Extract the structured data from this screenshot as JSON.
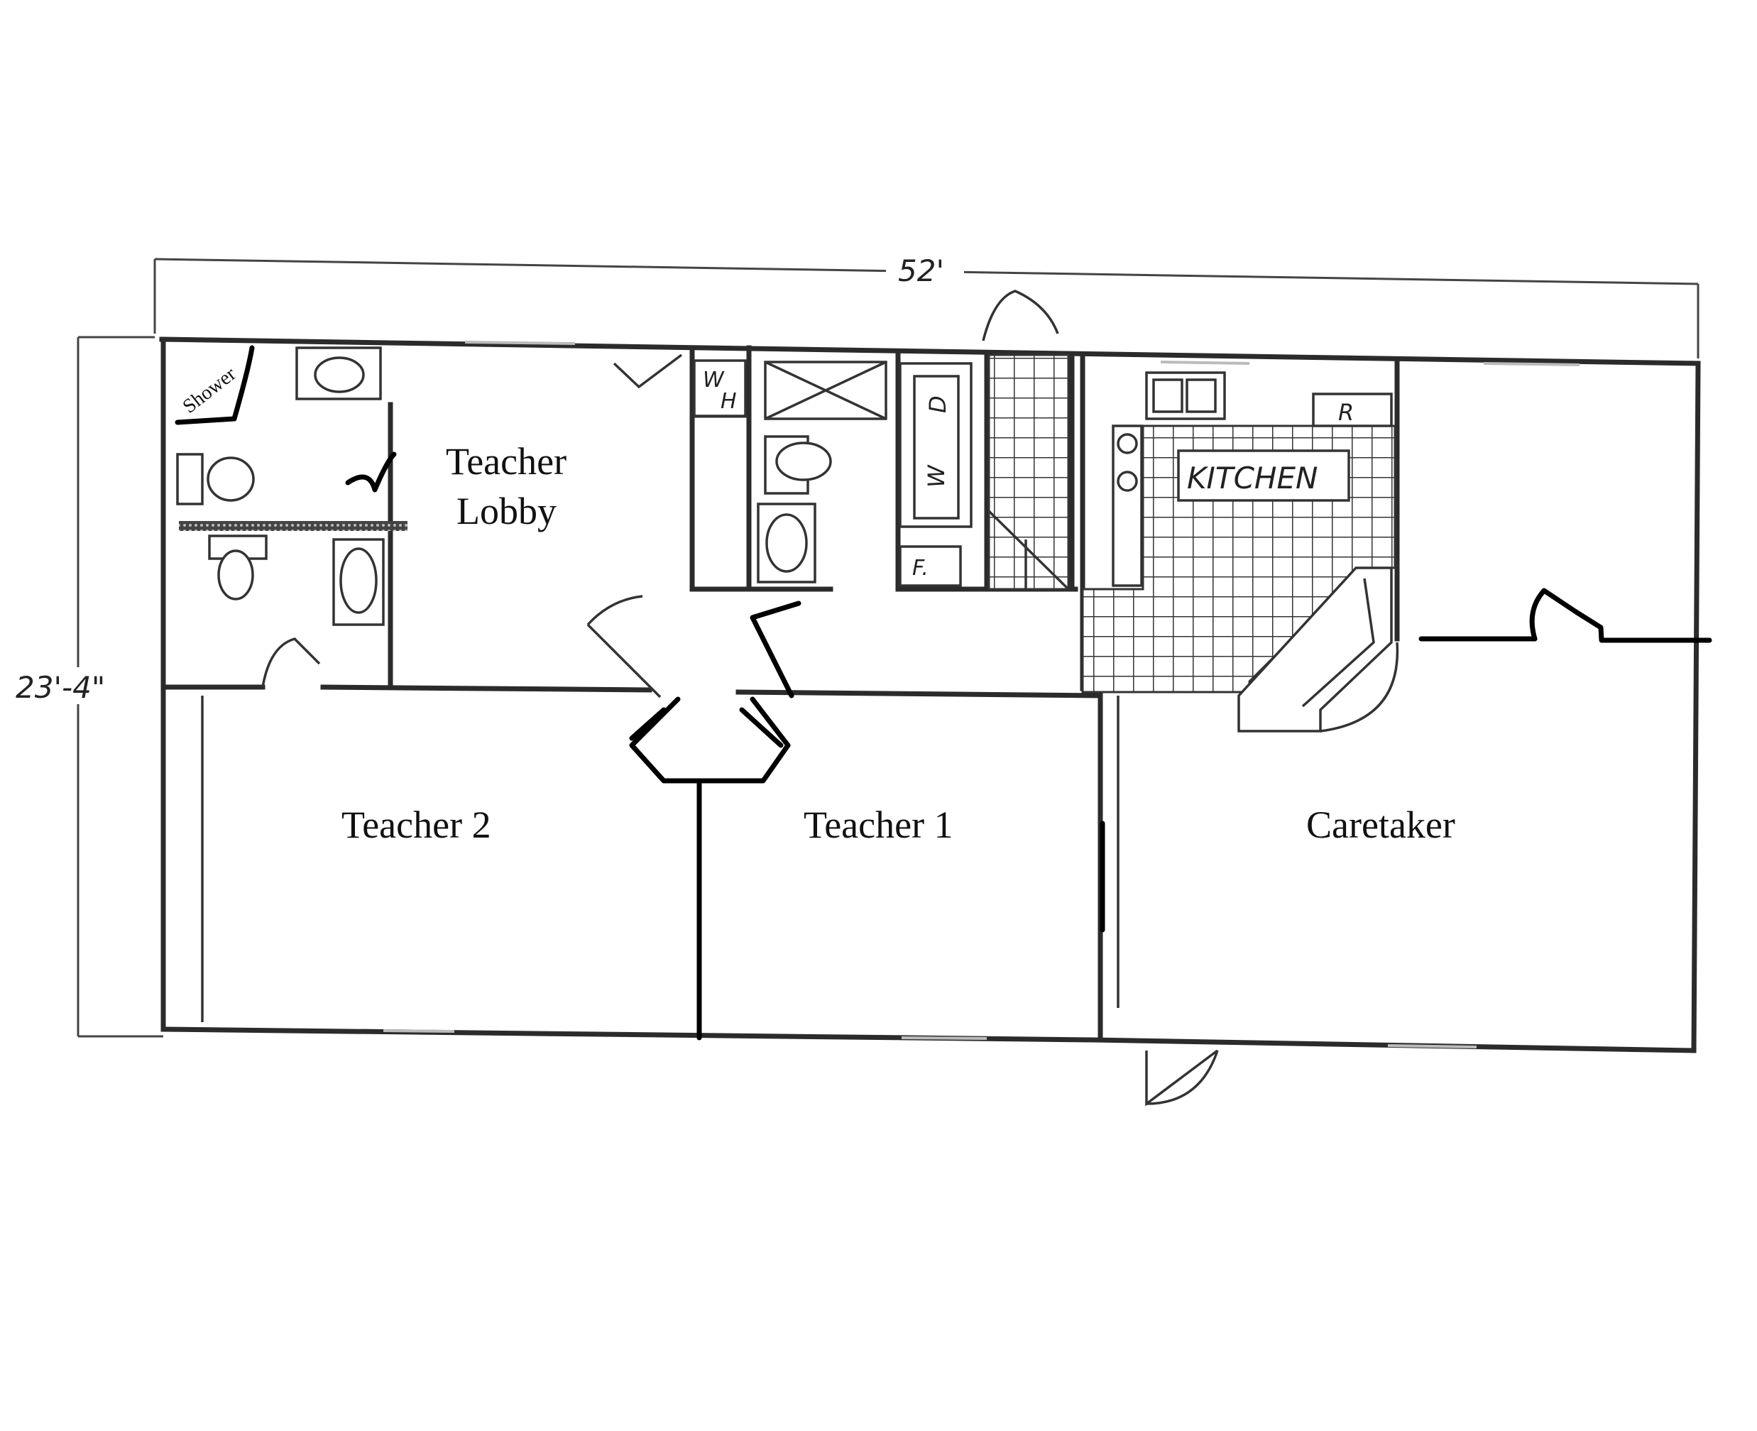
{
  "dimensions": {
    "width_label": "52'",
    "depth_label": "23'-4\""
  },
  "rooms": {
    "teacher_lobby_line1": "Teacher",
    "teacher_lobby_line2": "Lobby",
    "teacher_2": "Teacher 2",
    "teacher_1": "Teacher 1",
    "caretaker": "Caretaker",
    "kitchen": "KITCHEN"
  },
  "fixtures": {
    "shower": "Shower",
    "water_heater_w": "W",
    "water_heater_h": "H",
    "washer": "W",
    "dryer": "D",
    "furnace": "F.",
    "refrigerator": "R"
  }
}
